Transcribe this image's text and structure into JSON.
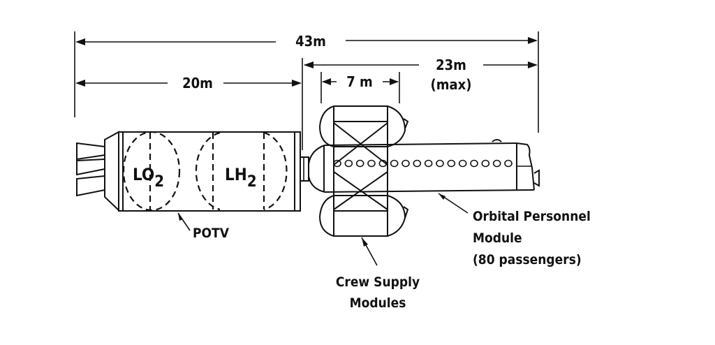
{
  "dimensions": {
    "overall": "43m",
    "potv_length": "20m",
    "opm_length": "23m",
    "opm_length_note": "(max)",
    "crew_module_width": "7 m"
  },
  "tanks": {
    "lox": {
      "main": "LO",
      "sub": "2"
    },
    "lh2": {
      "main": "LH",
      "sub": "2"
    }
  },
  "callouts": {
    "potv": "POTV",
    "crew_supply_line1": "Crew Supply",
    "crew_supply_line2": "Modules",
    "opm_line1": "Orbital Personnel",
    "opm_line2": "Module",
    "opm_line3": "(80 passengers)"
  },
  "windows_count": 16,
  "colors": {
    "ink": "#111111",
    "paper": "#ffffff"
  }
}
